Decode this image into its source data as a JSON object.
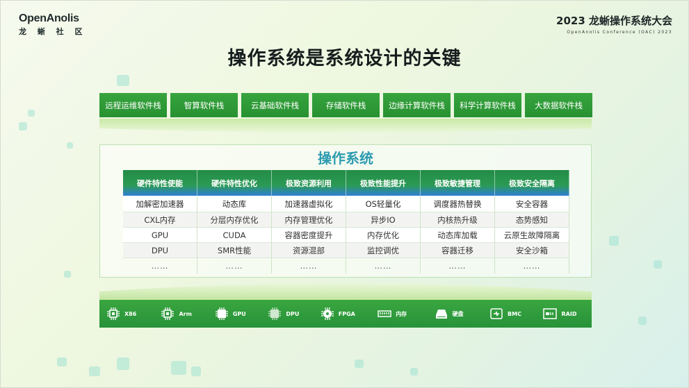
{
  "branding": {
    "logo_name": "OpenAnolis",
    "logo_sub": "龙 蜥 社 区",
    "conference_title": "2023 龙蜥操作系统大会",
    "conference_sub": "OpenAnolis Conference (OAC) 2023"
  },
  "title": "操作系统是系统设计的关键",
  "software_stacks": [
    "远程运维软件栈",
    "智算软件栈",
    "云基础软件栈",
    "存储软件栈",
    "边缘计算软件栈",
    "科学计算软件栈",
    "大数据软件栈"
  ],
  "os": {
    "title": "操作系统",
    "columns": [
      {
        "header": "硬件特性使能",
        "items": [
          "加解密加速器",
          "CXL内存",
          "GPU",
          "DPU",
          "……"
        ]
      },
      {
        "header": "硬件特性优化",
        "items": [
          "动态库",
          "分层内存优化",
          "CUDA",
          "SMR性能",
          "……"
        ]
      },
      {
        "header": "极致资源利用",
        "items": [
          "加速器虚拟化",
          "内存管理优化",
          "容器密度提升",
          "资源混部",
          "……"
        ]
      },
      {
        "header": "极致性能提升",
        "items": [
          "OS轻量化",
          "异步IO",
          "内存优化",
          "监控调优",
          "……"
        ]
      },
      {
        "header": "极致敏捷管理",
        "items": [
          "调度器热替换",
          "内核热升级",
          "动态库加载",
          "容器迁移",
          "……"
        ]
      },
      {
        "header": "极致安全隔离",
        "items": [
          "安全容器",
          "态势感知",
          "云原生故障隔离",
          "安全沙箱",
          "……"
        ]
      }
    ]
  },
  "hardware": [
    {
      "label": "X86",
      "icon": "cpu-chip-icon"
    },
    {
      "label": "Arm",
      "icon": "cpu-chip-icon"
    },
    {
      "label": "GPU",
      "icon": "gpu-chip-icon"
    },
    {
      "label": "DPU",
      "icon": "dpu-chip-icon"
    },
    {
      "label": "FPGA",
      "icon": "fpga-chip-icon"
    },
    {
      "label": "内存",
      "icon": "memory-icon"
    },
    {
      "label": "硬盘",
      "icon": "disk-icon"
    },
    {
      "label": "BMC",
      "icon": "bmc-icon"
    },
    {
      "label": "RAID",
      "icon": "raid-icon"
    }
  ],
  "colors": {
    "green": "#2e9b3a",
    "teal_title": "#2d9bb0",
    "header_blue": "#2f7fd6"
  }
}
